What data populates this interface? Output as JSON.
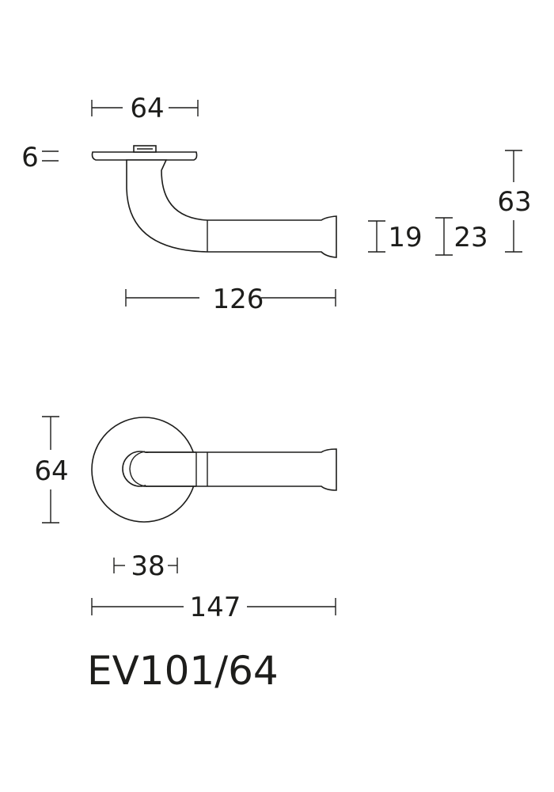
{
  "side_view": {
    "rose_width": "64",
    "rose_thickness": "6",
    "projection_length": "126",
    "grip_height_min": "19",
    "grip_height_max": "23",
    "total_height": "63"
  },
  "top_view": {
    "rose_diameter": "64",
    "neck_width": "38",
    "overall_length": "147"
  },
  "model_code": "EV101/64",
  "colors": {
    "line": "#1d1d1b",
    "background": "#ffffff"
  }
}
